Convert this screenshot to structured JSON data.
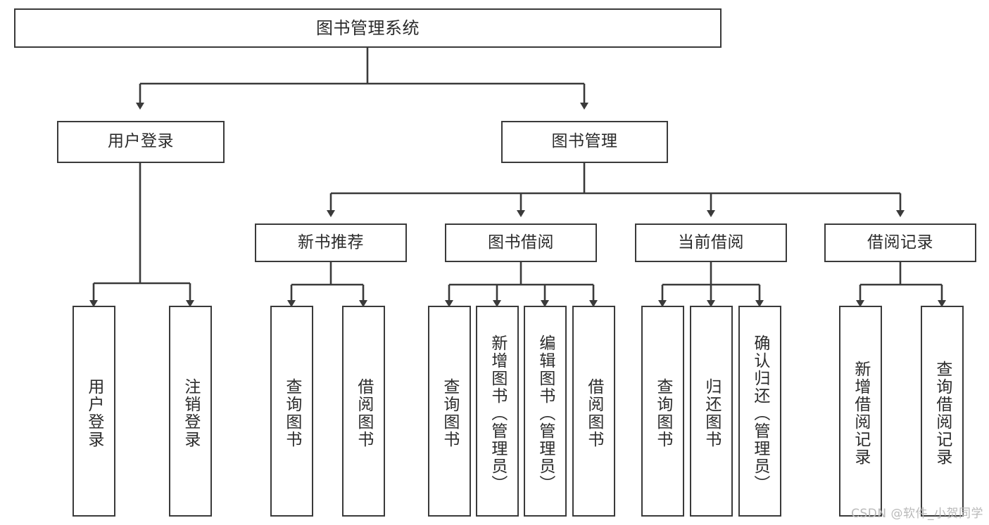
{
  "diagram": {
    "title": "图书管理系统",
    "watermark": "CSDN @软件_小贺同学",
    "line_color": "#3a3a3a",
    "text_color": "#2b2b2b",
    "background": "#ffffff",
    "nodes": {
      "root": {
        "label": "图书管理系统"
      },
      "level2": [
        {
          "label": "用户登录"
        },
        {
          "label": "图书管理"
        }
      ],
      "level3": [
        {
          "label": "新书推荐"
        },
        {
          "label": "图书借阅"
        },
        {
          "label": "当前借阅"
        },
        {
          "label": "借阅记录"
        }
      ],
      "leaves": {
        "user_login": [
          {
            "label": "用户登录"
          },
          {
            "label": "注销登录"
          }
        ],
        "new_book": [
          {
            "label": "查询图书"
          },
          {
            "label": "借阅图书"
          }
        ],
        "book_borrow": [
          {
            "label": "查询图书"
          },
          {
            "label": "新增图书（管理员）"
          },
          {
            "label": "编辑图书（管理员）"
          },
          {
            "label": "借阅图书"
          }
        ],
        "current_borrow": [
          {
            "label": "查询图书"
          },
          {
            "label": "归还图书"
          },
          {
            "label": "确认归还（管理员）"
          }
        ],
        "borrow_record": [
          {
            "label": "新增借阅记录"
          },
          {
            "label": "查询借阅记录"
          }
        ]
      }
    }
  }
}
